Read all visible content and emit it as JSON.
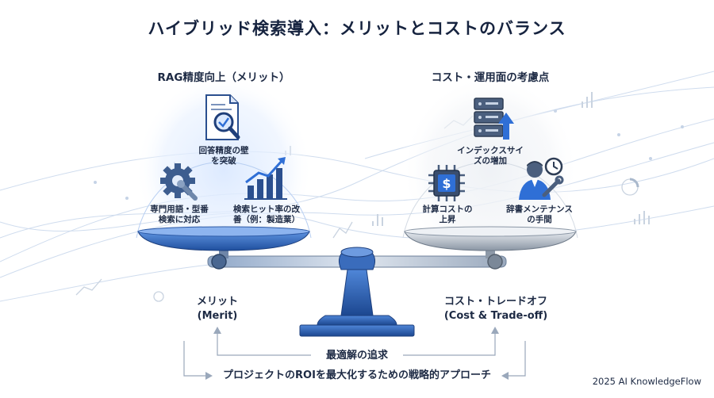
{
  "title": "ハイブリッド検索導入：メリットとコストのバランス",
  "left": {
    "heading": "RAG精度向上（メリット）",
    "items": [
      {
        "label": "回答精度の壁\nを突破",
        "icon": "document-magnifier-icon"
      },
      {
        "label": "専門用語・型番\n検索に対応",
        "icon": "gear-wrench-icon"
      },
      {
        "label": "検索ヒット率の改\n善（例：製造業）",
        "icon": "growth-chart-icon"
      }
    ],
    "side_label_line1": "メリット",
    "side_label_line2": "(Merit)"
  },
  "right": {
    "heading": "コスト・運用面の考慮点",
    "items": [
      {
        "label": "インデックスサイ\nズの増加",
        "icon": "server-growth-icon"
      },
      {
        "label": "計算コストの\n上昇",
        "icon": "cpu-dollar-icon"
      },
      {
        "label": "辞書メンテナンス\nの手間",
        "icon": "technician-clock-icon"
      }
    ],
    "side_label_line1": "コスト・トレードオフ",
    "side_label_line2": "(Cost & Trade-off)"
  },
  "bottom": {
    "line1": "最適解の追求",
    "line2": "プロジェクトのROIを最大化するための戦略的アプローチ"
  },
  "credit": "2025 AI KnowledgeFlow",
  "colors": {
    "accent_blue": "#2f6fd6",
    "dark_navy": "#1d2a44",
    "scale_blue": "#3f7bd0",
    "scale_silver": "#b9c3cf"
  }
}
